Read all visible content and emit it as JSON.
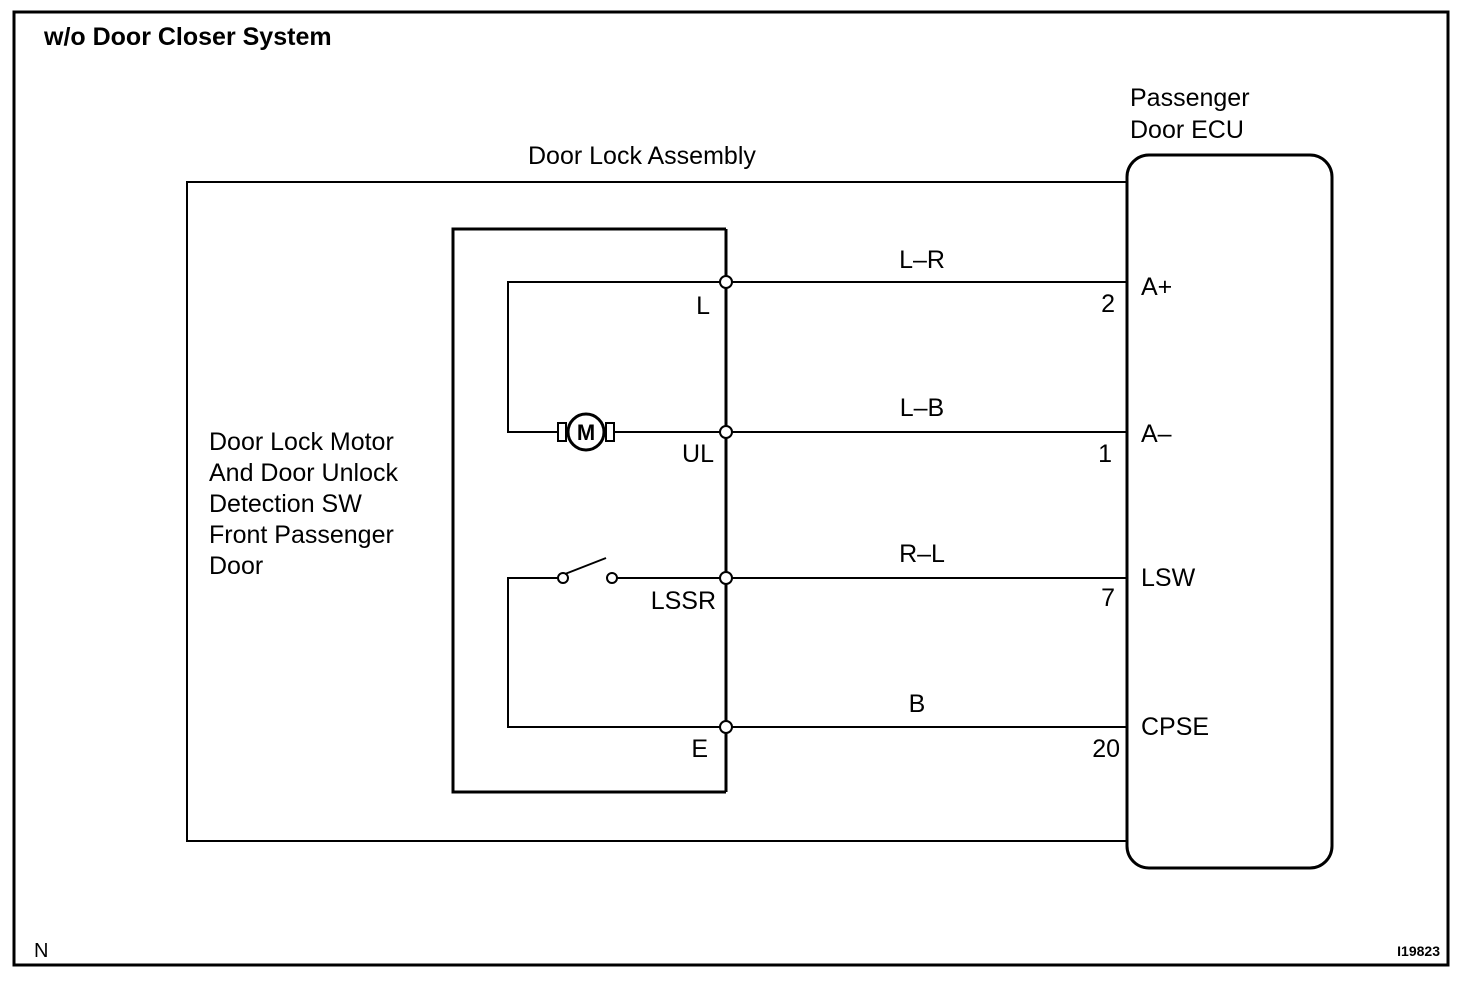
{
  "title": "w/o Door Closer System",
  "assembly_label": "Door Lock Assembly",
  "ecu_label_lines": [
    "Passenger",
    "Door ECU"
  ],
  "motor_label_lines": [
    "Door Lock Motor",
    "And Door Unlock",
    "Detection SW",
    "Front Passenger",
    "Door"
  ],
  "motor_symbol": "M",
  "circuits": [
    {
      "terminal": "L",
      "wire_color": "L–R",
      "pin": "2",
      "ecu_terminal": "A+"
    },
    {
      "terminal": "UL",
      "wire_color": "L–B",
      "pin": "1",
      "ecu_terminal": "A–"
    },
    {
      "terminal": "LSSR",
      "wire_color": "R–L",
      "pin": "7",
      "ecu_terminal": "LSW"
    },
    {
      "terminal": "E",
      "wire_color": "B",
      "pin": "20",
      "ecu_terminal": "CPSE"
    }
  ],
  "corner_left": "N",
  "corner_right": "I19823"
}
